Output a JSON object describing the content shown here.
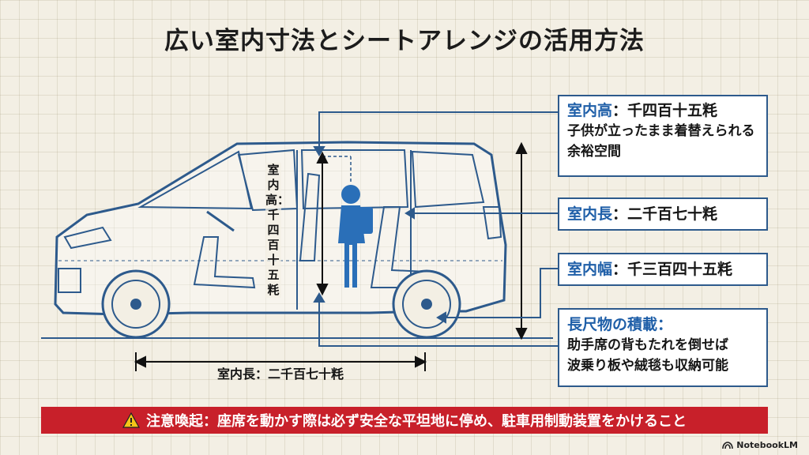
{
  "title": "広い室内寸法とシートアレンジの活用方法",
  "callouts": {
    "height": {
      "key": "室内高",
      "sep": "：",
      "value": "千四百十五粍",
      "desc": "子供が立ったまま着替えられる余裕空間"
    },
    "length": {
      "key": "室内長",
      "sep": "：",
      "value": "二千百七十粍"
    },
    "width": {
      "key": "室内幅",
      "sep": "：",
      "value": "千三百四十五粍"
    },
    "cargo": {
      "key": "長尺物の積載",
      "sep": "：",
      "desc_line1": "助手席の背もたれを倒せば",
      "desc_line2": "波乗り板や絨毯も収納可能"
    }
  },
  "diagram_labels": {
    "vertical": "室内高：千四百十五粍",
    "horizontal": "室内長：二千百七十粍"
  },
  "warning": {
    "icon": "warning-triangle-icon",
    "text": "注意喚起：座席を動かす際は必ず安全な平坦地に停め、駐車用制動装置をかけること"
  },
  "brand": {
    "name": "NotebookLM",
    "icon": "notebooklm-icon"
  },
  "colors": {
    "outline": "#2d5a8c",
    "accent": "#1f5fa8",
    "child": "#2a6fb8",
    "warning_bg": "#c8202a",
    "background": "#f3efe4"
  }
}
